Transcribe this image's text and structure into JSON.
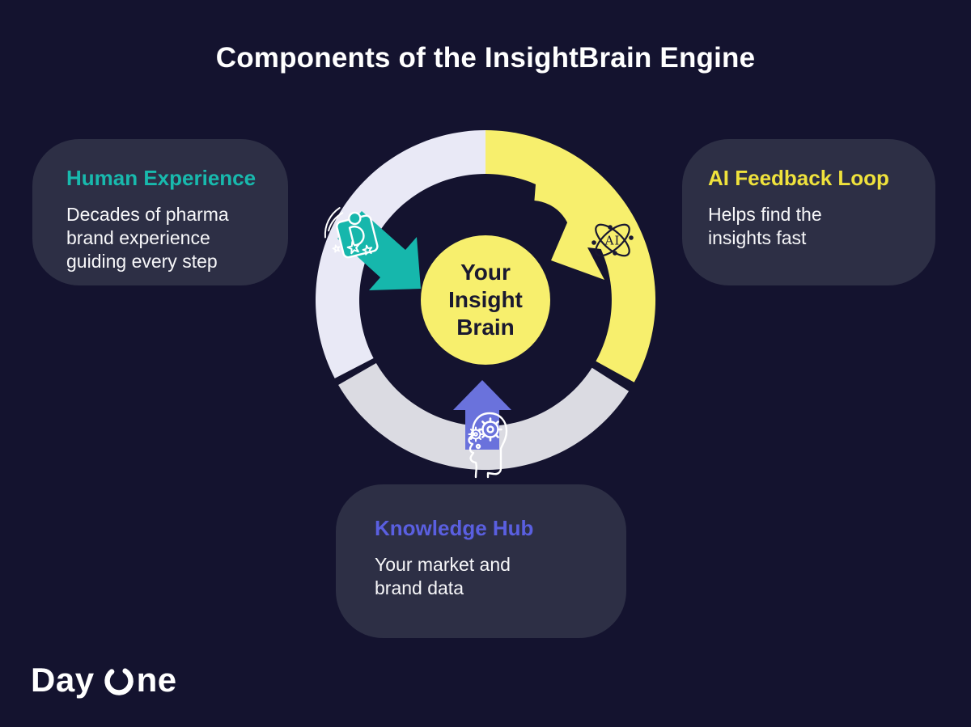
{
  "title": "Components of the InsightBrain Engine",
  "diagram": {
    "center_label": {
      "line1": "Your",
      "line2": "Insight",
      "line3": "Brain"
    },
    "ai_icon_text": "AI",
    "segments": [
      {
        "id": "human-experience",
        "ring_color": "#e9e9f6",
        "arrow_color": "#16b7ac",
        "icon": "expertise-badge-icon"
      },
      {
        "id": "ai-feedback-loop",
        "ring_color": "#f7ef6d",
        "arrow_color": "#f7ef6d",
        "icon": "ai-atom-icon"
      },
      {
        "id": "knowledge-hub",
        "ring_color": "#dbdbe2",
        "arrow_color": "#6a72dc",
        "icon": "head-gears-icon"
      }
    ],
    "center_circle_color": "#f7ef6d"
  },
  "cards": {
    "human_experience": {
      "heading": "Human Experience",
      "body": "Decades of pharma brand experience guiding every step",
      "accent": "#18b9ad"
    },
    "ai_feedback_loop": {
      "heading": "AI Feedback Loop",
      "body": "Helps find the insights fast",
      "accent": "#efe23c"
    },
    "knowledge_hub": {
      "heading": "Knowledge Hub",
      "body": "Your market and brand data",
      "accent": "#5a5fe0"
    }
  },
  "logo": {
    "word_start": "Day",
    "word_end": "ne"
  },
  "colors": {
    "background": "#14132f",
    "card_background": "#2d2f45",
    "title_text": "#ffffff",
    "body_text": "#f7f7f9",
    "center_text": "#1a1930"
  }
}
